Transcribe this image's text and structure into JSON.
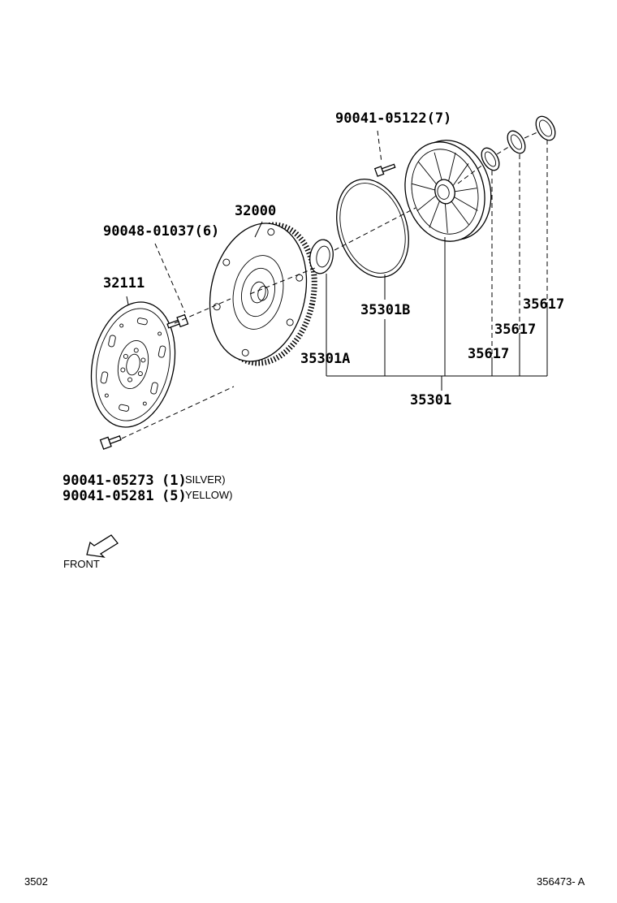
{
  "labels": {
    "bolt_pump": "90041-05122(7)",
    "converter": "32000",
    "bolt_converter": "90048-01037(6)",
    "drive_plate": "32111",
    "seal_b": "35301B",
    "seal_a": "35301A",
    "ring_1": "35617",
    "ring_2": "35617",
    "ring_3": "35617",
    "pump_assy": "35301",
    "bolt_plate_1_num": "90041-05273",
    "bolt_plate_1_qty": "(1)",
    "bolt_plate_1_note": "SILVER)",
    "bolt_plate_2_num": "90041-05281",
    "bolt_plate_2_qty": "(5)",
    "bolt_plate_2_note": "YELLOW)"
  },
  "front_label": "FRONT",
  "footer": {
    "left": "3502",
    "right": "356473- A"
  }
}
